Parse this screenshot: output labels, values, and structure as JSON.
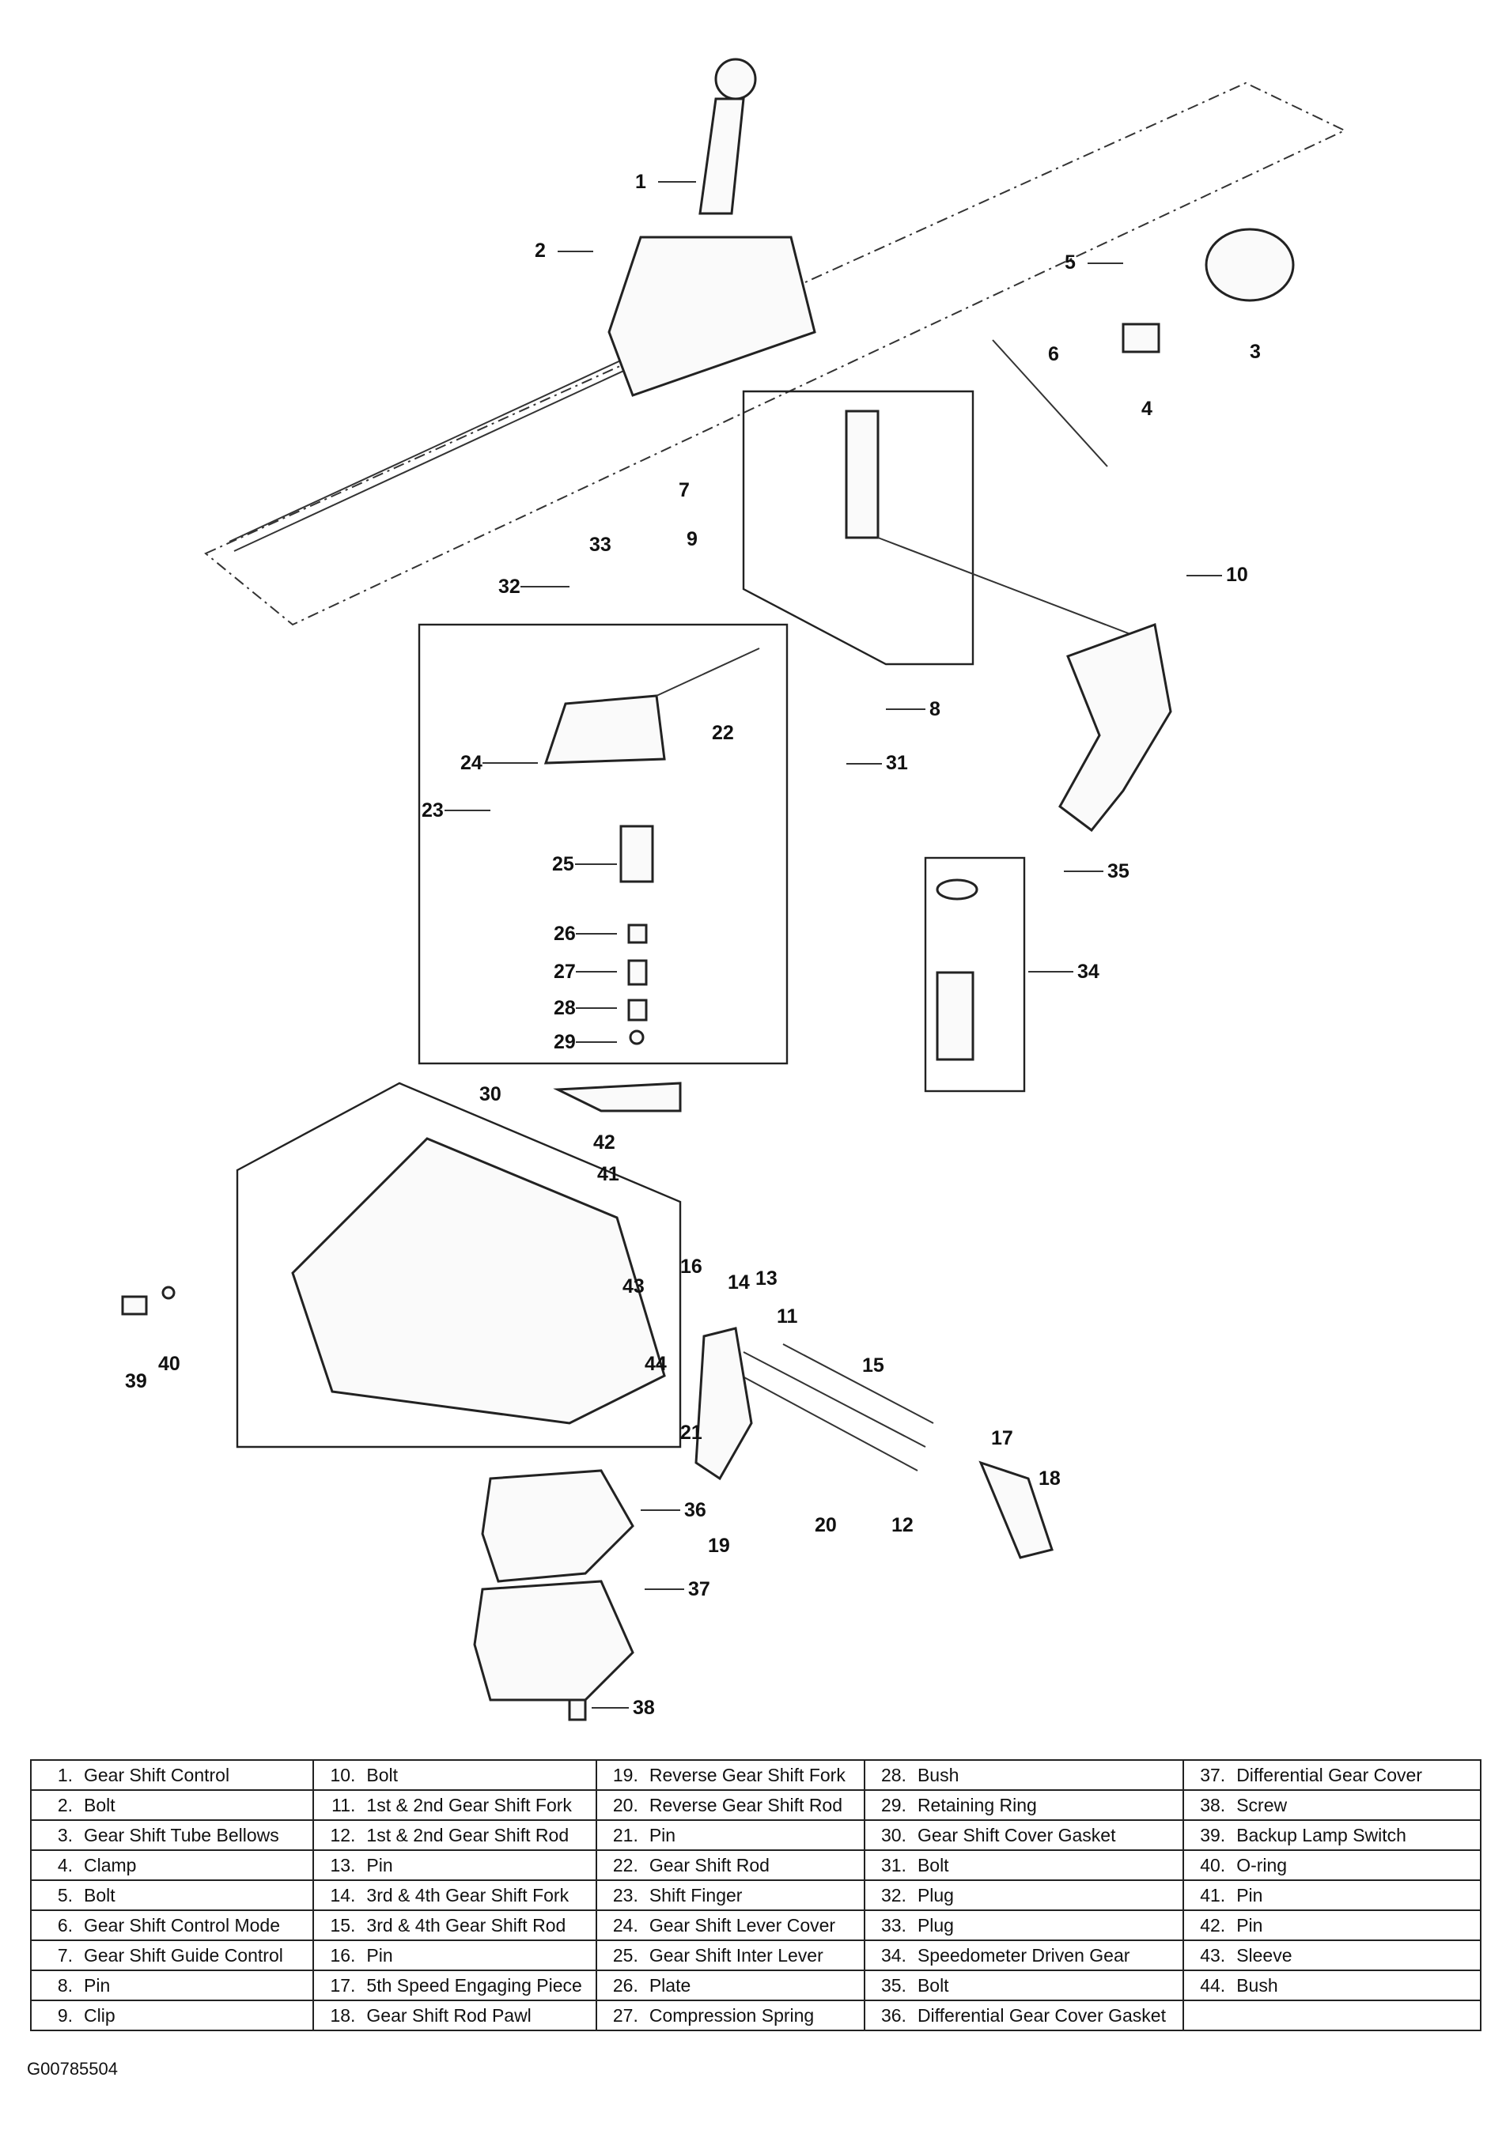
{
  "figure_code": "G00785504",
  "callouts": [
    "1",
    "2",
    "3",
    "4",
    "5",
    "6",
    "7",
    "8",
    "9",
    "10",
    "11",
    "12",
    "13",
    "14",
    "15",
    "16",
    "17",
    "18",
    "19",
    "20",
    "21",
    "22",
    "23",
    "24",
    "25",
    "26",
    "27",
    "28",
    "29",
    "30",
    "31",
    "32",
    "33",
    "34",
    "35",
    "36",
    "37",
    "38",
    "39",
    "40",
    "41",
    "42",
    "43",
    "44"
  ],
  "legend": [
    [
      {
        "num": "1.",
        "label": "Gear Shift Control"
      },
      {
        "num": "10.",
        "label": "Bolt"
      },
      {
        "num": "19.",
        "label": "Reverse Gear Shift Fork"
      },
      {
        "num": "28.",
        "label": "Bush"
      },
      {
        "num": "37.",
        "label": "Differential Gear Cover"
      }
    ],
    [
      {
        "num": "2.",
        "label": "Bolt"
      },
      {
        "num": "11.",
        "label": "1st & 2nd Gear Shift Fork"
      },
      {
        "num": "20.",
        "label": "Reverse Gear Shift Rod"
      },
      {
        "num": "29.",
        "label": "Retaining Ring"
      },
      {
        "num": "38.",
        "label": "Screw"
      }
    ],
    [
      {
        "num": "3.",
        "label": "Gear Shift Tube Bellows"
      },
      {
        "num": "12.",
        "label": "1st & 2nd Gear Shift Rod"
      },
      {
        "num": "21.",
        "label": "Pin"
      },
      {
        "num": "30.",
        "label": "Gear Shift Cover Gasket"
      },
      {
        "num": "39.",
        "label": "Backup Lamp Switch"
      }
    ],
    [
      {
        "num": "4.",
        "label": "Clamp"
      },
      {
        "num": "13.",
        "label": "Pin"
      },
      {
        "num": "22.",
        "label": "Gear Shift Rod"
      },
      {
        "num": "31.",
        "label": "Bolt"
      },
      {
        "num": "40.",
        "label": "O-ring"
      }
    ],
    [
      {
        "num": "5.",
        "label": "Bolt"
      },
      {
        "num": "14.",
        "label": "3rd & 4th Gear Shift Fork"
      },
      {
        "num": "23.",
        "label": "Shift Finger"
      },
      {
        "num": "32.",
        "label": "Plug"
      },
      {
        "num": "41.",
        "label": "Pin"
      }
    ],
    [
      {
        "num": "6.",
        "label": "Gear Shift Control Mode"
      },
      {
        "num": "15.",
        "label": "3rd & 4th Gear Shift Rod"
      },
      {
        "num": "24.",
        "label": "Gear Shift Lever Cover"
      },
      {
        "num": "33.",
        "label": "Plug"
      },
      {
        "num": "42.",
        "label": "Pin"
      }
    ],
    [
      {
        "num": "7.",
        "label": "Gear Shift Guide Control"
      },
      {
        "num": "16.",
        "label": "Pin"
      },
      {
        "num": "25.",
        "label": "Gear Shift Inter Lever"
      },
      {
        "num": "34.",
        "label": "Speedometer Driven Gear"
      },
      {
        "num": "43.",
        "label": "Sleeve"
      }
    ],
    [
      {
        "num": "8.",
        "label": "Pin"
      },
      {
        "num": "17.",
        "label": "5th Speed Engaging Piece"
      },
      {
        "num": "26.",
        "label": "Plate"
      },
      {
        "num": "35.",
        "label": "Bolt"
      },
      {
        "num": "44.",
        "label": "Bush"
      }
    ],
    [
      {
        "num": "9.",
        "label": "Clip"
      },
      {
        "num": "18.",
        "label": "Gear Shift Rod Pawl"
      },
      {
        "num": "27.",
        "label": "Compression Spring"
      },
      {
        "num": "36.",
        "label": "Differential Gear Cover Gasket"
      },
      {
        "num": "",
        "label": ""
      }
    ]
  ]
}
